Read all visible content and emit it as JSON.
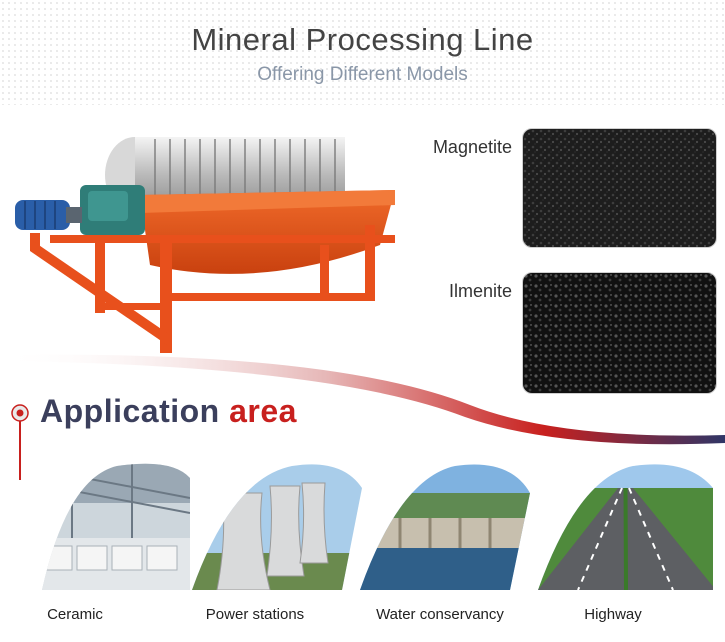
{
  "header": {
    "title": "Mineral Processing Line",
    "subtitle": "Offering Different Models"
  },
  "samples": [
    {
      "label": "Magnetite",
      "icon": "magnetite-ore-image"
    },
    {
      "label": "Ilmenite",
      "icon": "ilmenite-ore-image"
    }
  ],
  "application": {
    "title_main": "Application",
    "title_accent": "area",
    "items": [
      {
        "label": "Ceramic",
        "icon": "ceramic-factory-image"
      },
      {
        "label": "Power stations",
        "icon": "cooling-towers-image"
      },
      {
        "label": "Water conservancy",
        "icon": "dam-image"
      },
      {
        "label": "Highway",
        "icon": "highway-image"
      }
    ]
  },
  "colors": {
    "accent": "#c8201e",
    "navy": "#3b3f5c",
    "machine_orange": "#e8501c",
    "motor_blue": "#2a5ea8"
  }
}
